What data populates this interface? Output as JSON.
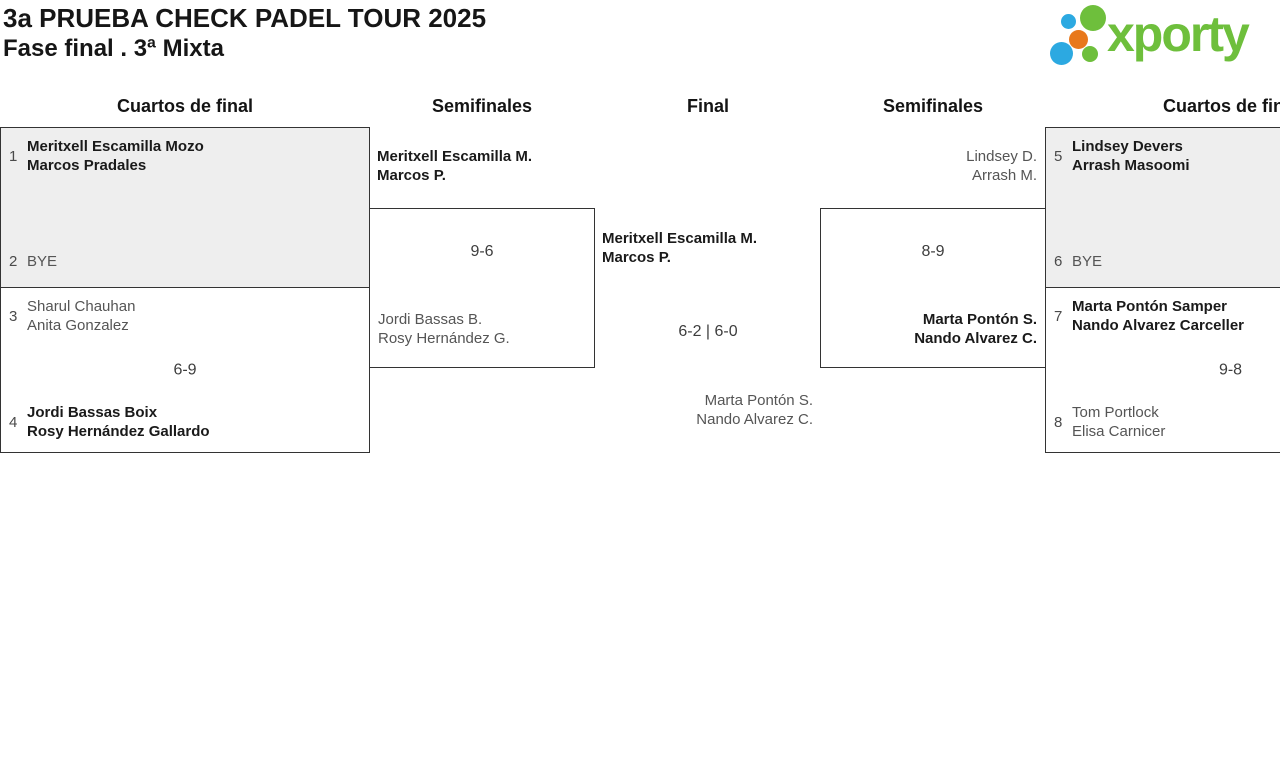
{
  "header": {
    "title_line1": "3a PRUEBA CHECK PADEL TOUR 2025",
    "title_line2": "Fase final . 3ª Mixta"
  },
  "logo": {
    "wordmark": "xporty",
    "dot_colors": {
      "green": "#6ebf3c",
      "blue": "#2ca9e1",
      "orange": "#e8781b"
    }
  },
  "colors": {
    "box_shaded_bg": "#eeeeee",
    "box_border": "#333333",
    "winner_text": "#1a1a1a",
    "loser_text": "#555555",
    "score_text": "#3d3d3d"
  },
  "round_headers": [
    "Cuartos de final",
    "Semifinales",
    "Final",
    "Semifinales",
    "Cuartos de final"
  ],
  "matches": {
    "qf_left_top": {
      "seed_top": "1",
      "team_top": [
        "Meritxell Escamilla Mozo",
        "Marcos Pradales"
      ],
      "seed_bottom": "2",
      "team_bottom": [
        "BYE"
      ],
      "score": ""
    },
    "qf_left_bottom": {
      "seed_top": "3",
      "team_top": [
        "Sharul Chauhan",
        "Anita Gonzalez"
      ],
      "seed_bottom": "4",
      "team_bottom": [
        "Jordi Bassas Boix",
        "Rosy Hernández Gallardo"
      ],
      "score": "6-9"
    },
    "sf_left": {
      "team_top": [
        "Meritxell Escamilla M.",
        "Marcos P."
      ],
      "team_bottom": [
        "Jordi Bassas B.",
        "Rosy Hernández G."
      ],
      "score": "9-6"
    },
    "final": {
      "team_top": [
        "Meritxell Escamilla M.",
        "Marcos P."
      ],
      "team_bottom": [
        "Marta Pontón S.",
        "Nando Alvarez C."
      ],
      "score": "6-2 | 6-0"
    },
    "sf_right": {
      "team_top": [
        "Lindsey D.",
        "Arrash M."
      ],
      "team_bottom": [
        "Marta Pontón S.",
        "Nando Alvarez C."
      ],
      "score": "8-9"
    },
    "qf_right_top": {
      "seed_top": "5",
      "team_top": [
        "Lindsey Devers",
        "Arrash Masoomi"
      ],
      "seed_bottom": "6",
      "team_bottom": [
        "BYE"
      ],
      "score": ""
    },
    "qf_right_bottom": {
      "seed_top": "7",
      "team_top": [
        "Marta Pontón Samper",
        "Nando Alvarez Carceller"
      ],
      "seed_bottom": "8",
      "team_bottom": [
        "Tom Portlock",
        "Elisa Carnicer"
      ],
      "score": "9-8"
    }
  }
}
